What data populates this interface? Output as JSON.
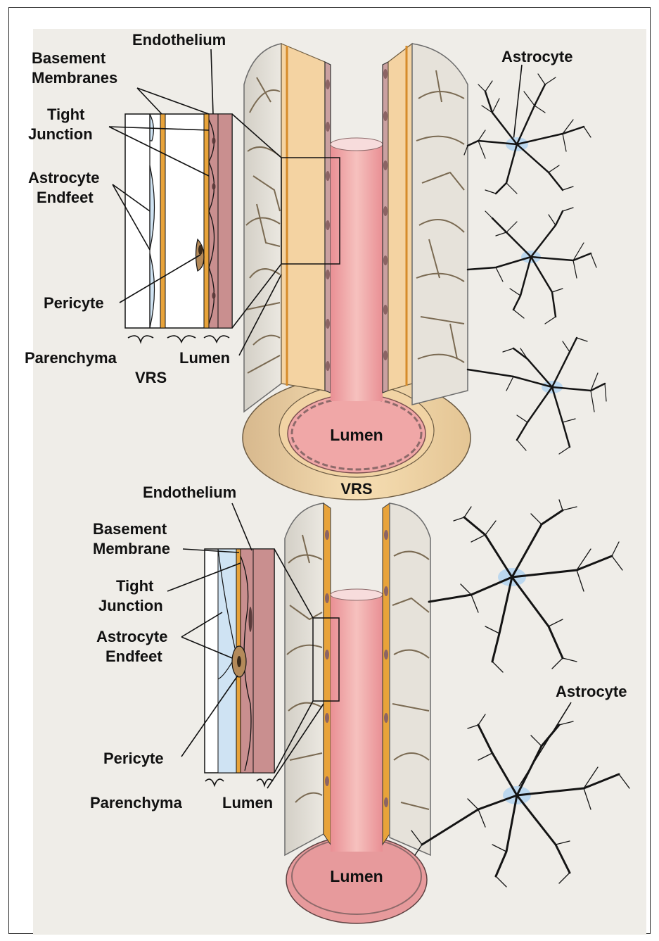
{
  "figure": {
    "top_panel": {
      "labels": {
        "endothelium": "Endothelium",
        "basement_membranes_line1": "Basement",
        "basement_membranes_line2": "Membranes",
        "tight_junction_line1": "Tight",
        "tight_junction_line2": "Junction",
        "astrocyte_endfeet_line1": "Astrocyte",
        "astrocyte_endfeet_line2": "Endfeet",
        "pericyte": "Pericyte",
        "parenchyma": "Parenchyma",
        "vrs": "VRS",
        "lumen_inset": "Lumen",
        "lumen_center": "Lumen",
        "vrs_ring": "VRS",
        "astrocyte": "Astrocyte"
      }
    },
    "bottom_panel": {
      "labels": {
        "endothelium": "Endothelium",
        "basement_membrane_line1": "Basement",
        "basement_membrane_line2": "Membrane",
        "tight_junction_line1": "Tight",
        "tight_junction_line2": "Junction",
        "astrocyte_endfeet_line1": "Astrocyte",
        "astrocyte_endfeet_line2": "Endfeet",
        "pericyte": "Pericyte",
        "parenchyma": "Parenchyma",
        "lumen_inset": "Lumen",
        "lumen_center": "Lumen",
        "astrocyte": "Astrocyte"
      }
    },
    "colors": {
      "background": "#efede8",
      "lumen": "#f3b4b2",
      "endothelium": "#c98f8f",
      "vrs": "#f2d7a8",
      "astrocyte_wall": "#e2ded6",
      "endfeet": "#cfe3f3",
      "basement_membrane": "#e8a33a",
      "astrocyte_soma": "#bcd8ef"
    }
  }
}
